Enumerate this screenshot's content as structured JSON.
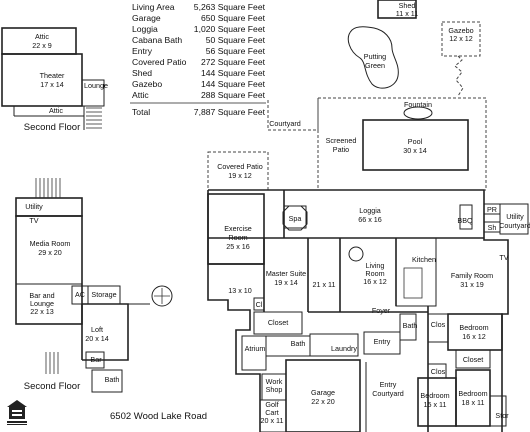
{
  "area_table": {
    "rows": [
      {
        "name": "Living Area",
        "value": "5,263 Square Feet"
      },
      {
        "name": "Garage",
        "value": "650 Square Feet"
      },
      {
        "name": "Loggia",
        "value": "1,020 Square Feet"
      },
      {
        "name": "Cabana Bath",
        "value": "50 Square Feet"
      },
      {
        "name": "Entry",
        "value": "56 Square Feet"
      },
      {
        "name": "Covered Patio",
        "value": "272 Square Feet"
      },
      {
        "name": "Shed",
        "value": "144 Square Feet"
      },
      {
        "name": "Gazebo",
        "value": "144 Square Feet"
      },
      {
        "name": "Attic",
        "value": "288 Square Feet"
      }
    ],
    "total": {
      "name": "Total",
      "value": "7,887 Square Feet"
    }
  },
  "floor_titles": {
    "top_left": "Second Floor",
    "bottom_left": "Second Floor"
  },
  "address": "6502 Wood Lake Road",
  "rooms": {
    "attic_top": {
      "name": "Attic",
      "size": "22 x 9"
    },
    "theater": {
      "name": "Theater",
      "size": "17 x 14"
    },
    "lounge": {
      "name": "Lounge"
    },
    "attic_small": {
      "name": "Attic"
    },
    "shed": {
      "name": "Shed",
      "size": "11 x 11"
    },
    "gazebo": {
      "name": "Gazebo",
      "size": "12 x 12"
    },
    "putting": {
      "name": "Putting",
      "name2": "Green"
    },
    "courtyard_top": {
      "name": "Courtyard"
    },
    "fountain": {
      "name": "Fountain"
    },
    "pool": {
      "name": "Pool",
      "size": "30 x 14"
    },
    "screened": {
      "name": "Screened",
      "name2": "Patio"
    },
    "covered_patio": {
      "name": "Covered Patio",
      "size": "19 x 12"
    },
    "utility_l": {
      "name": "Utility"
    },
    "tv_l": {
      "name": "TV"
    },
    "media": {
      "name": "Media Room",
      "size": "29 x 20"
    },
    "bar": {
      "name": "Bar and",
      "name2": "Lounge",
      "size": "22 x 13"
    },
    "ac": {
      "name": "AC"
    },
    "storage": {
      "name": "Storage"
    },
    "loft": {
      "name": "Loft",
      "size": "20 x 14"
    },
    "bar_small": {
      "name": "Bar"
    },
    "bath_l": {
      "name": "Bath"
    },
    "spa": {
      "name": "Spa"
    },
    "loggia": {
      "name": "Loggia",
      "size": "66 x 16"
    },
    "bbq": {
      "name": "BBQ"
    },
    "pr": {
      "name": "PR"
    },
    "sh": {
      "name": "Sh"
    },
    "utility_r": {
      "name": "Utility",
      "name2": "Courtyard"
    },
    "exercise": {
      "name": "Exercise",
      "name2": "Room",
      "size": "25 x 16"
    },
    "living": {
      "name": "Living",
      "name2": "Room",
      "size": "16 x 12"
    },
    "kitchen": {
      "name": "Kitchen"
    },
    "family": {
      "name": "Family Room",
      "size": "31 x 19"
    },
    "tv_r": {
      "name": "TV"
    },
    "master": {
      "name": "Master Suite",
      "size": "19 x 14"
    },
    "dims_13x10": {
      "size": "13 x 10"
    },
    "dims_21x11": {
      "size": "21 x 11"
    },
    "cl": {
      "name": "Cl"
    },
    "closet": {
      "name": "Closet"
    },
    "foyer": {
      "name": "Foyer"
    },
    "atrium": {
      "name": "Atrium"
    },
    "bath_m": {
      "name": "Bath"
    },
    "laundry": {
      "name": "Laundry"
    },
    "entry": {
      "name": "Entry"
    },
    "bath_r": {
      "name": "Bath"
    },
    "clos_r1": {
      "name": "Clos"
    },
    "bedroom1": {
      "name": "Bedroom",
      "size": "16 x 12"
    },
    "closet_r": {
      "name": "Closet"
    },
    "clos_r2": {
      "name": "Clos"
    },
    "bedroom2": {
      "name": "Bedroom",
      "size": "15 x 11"
    },
    "bedroom3": {
      "name": "Bedroom",
      "size": "18 x 11"
    },
    "stor": {
      "name": "Stor"
    },
    "workshop": {
      "name": "Work",
      "name2": "Shop"
    },
    "golf": {
      "name": "Golf",
      "name2": "Cart",
      "size": "20 x 11"
    },
    "garage": {
      "name": "Garage",
      "size": "22 x 20"
    },
    "entry_court": {
      "name": "Entry",
      "name2": "Courtyard"
    }
  }
}
